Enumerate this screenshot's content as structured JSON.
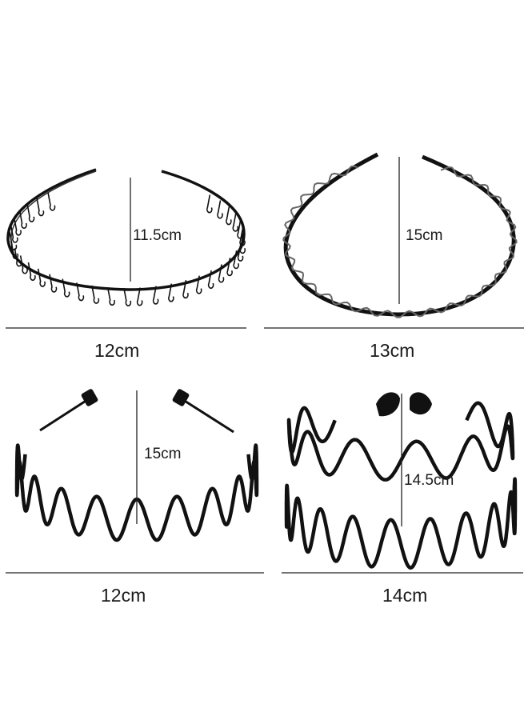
{
  "headbands": [
    {
      "type": "comb-teeth",
      "height_label": "11.5cm",
      "width_label": "12cm"
    },
    {
      "type": "twisted-wire",
      "height_label": "15cm",
      "width_label": "13cm"
    },
    {
      "type": "wave-with-end-caps",
      "height_label": "15cm",
      "width_label": "12cm"
    },
    {
      "type": "double-wave",
      "height_label": "14.5cm",
      "width_label": "14cm"
    }
  ],
  "colors": {
    "background": "#ffffff",
    "band": "#111111",
    "rule": "#222222"
  }
}
